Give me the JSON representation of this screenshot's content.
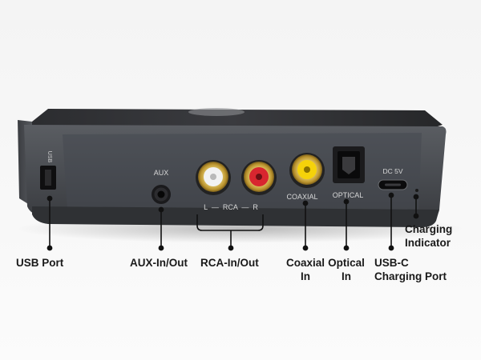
{
  "device": {
    "side_labels": {
      "usb": "USB",
      "aux": "AUX",
      "rca": "L  —  RCA  —  R",
      "coaxial": "COAXIAL",
      "optical": "OPTICAL",
      "dc": "DC 5V"
    },
    "colors": {
      "body": "#4a4d52",
      "rca_left": "#f2f2f2",
      "rca_right": "#d8262f",
      "coaxial": "#f5d20a",
      "gold": "#c9a53a"
    }
  },
  "callouts": {
    "usb_port": [
      "USB Port"
    ],
    "aux": [
      "AUX-In/Out"
    ],
    "rca": [
      "RCA-In/Out"
    ],
    "coaxial": [
      "Coaxial",
      "In"
    ],
    "optical": [
      "Optical",
      "In"
    ],
    "usbc": [
      "USB-C",
      "Charging Port"
    ],
    "charging": [
      "Charging",
      "Indicator"
    ]
  }
}
